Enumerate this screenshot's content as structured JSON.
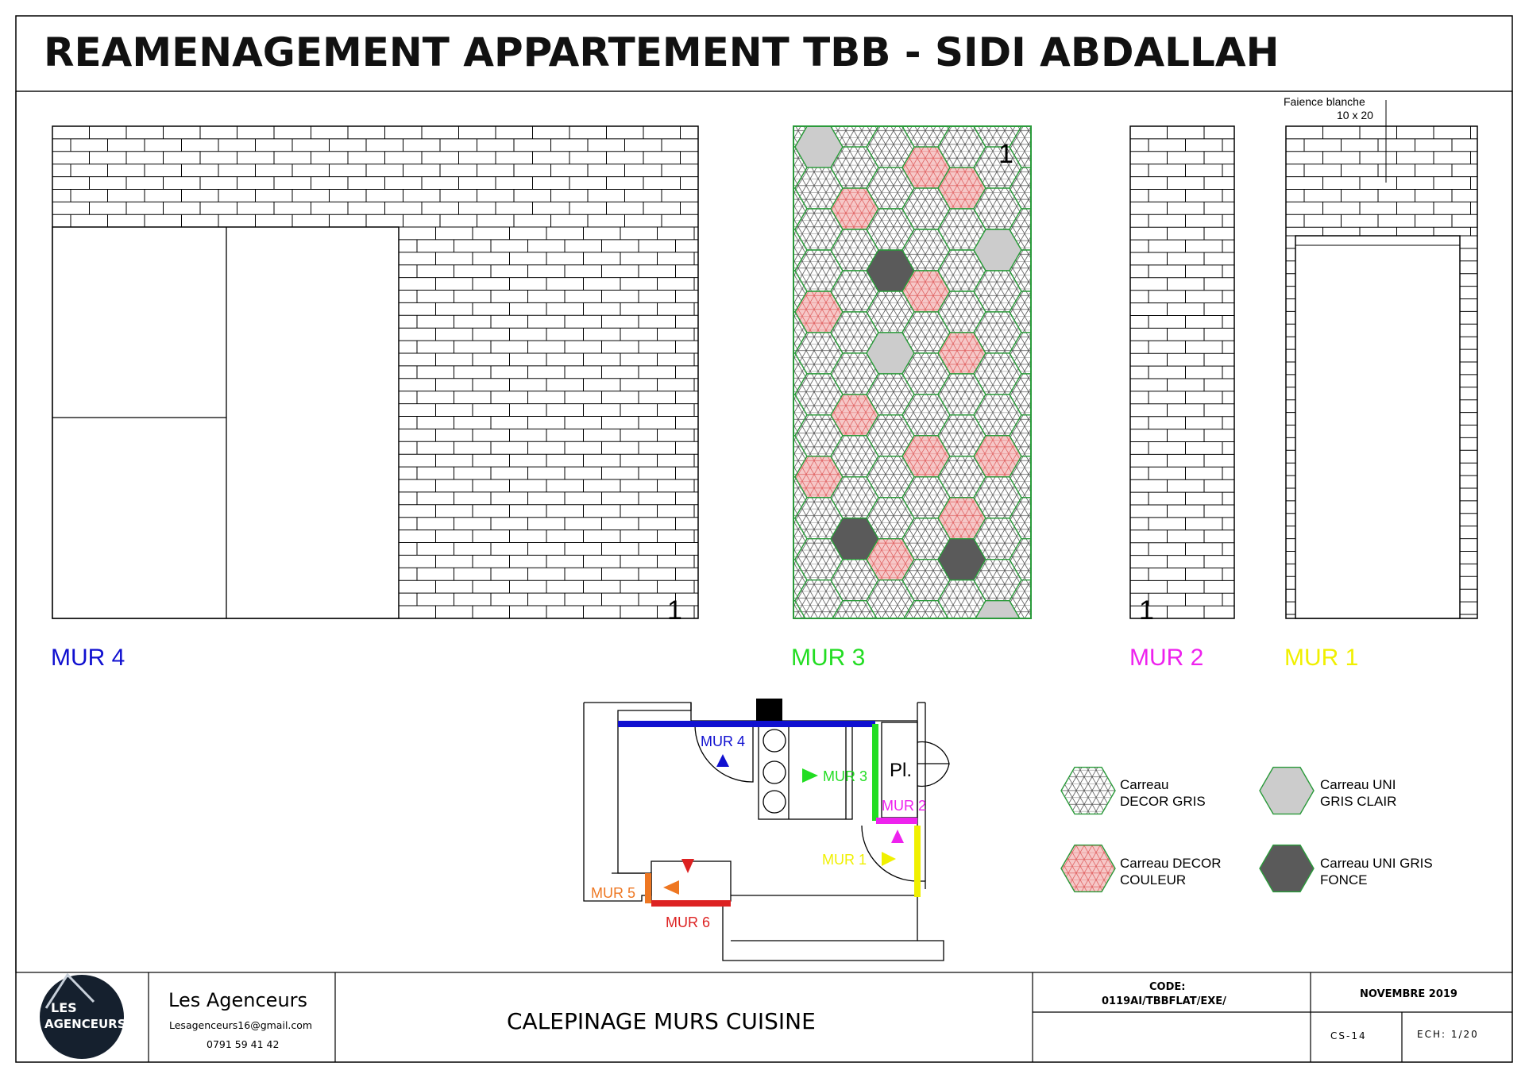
{
  "title": "REAMENAGEMENT APPARTEMENT TBB - SIDI ABDALLAH",
  "walls": {
    "mur4": {
      "label": "MUR 4",
      "number": "1",
      "color": "#1010d0"
    },
    "mur3": {
      "label": "MUR 3",
      "number": "1",
      "color": "#22dd22"
    },
    "mur2": {
      "label": "MUR 2",
      "number": "1",
      "color": "#ee22ee"
    },
    "mur1": {
      "label": "MUR 1",
      "color": "#f0f000"
    }
  },
  "faience_note": {
    "line1": "Faience blanche",
    "line2": "10 x 20"
  },
  "plan": {
    "labels": {
      "mur4": "MUR 4",
      "mur3": "MUR 3",
      "mur2": "MUR 2",
      "mur1": "MUR 1",
      "mur5": "MUR 5",
      "mur6": "MUR 6",
      "pl": "Pl."
    },
    "colors": {
      "mur4": "#1010d0",
      "mur3": "#22dd22",
      "mur2": "#ee22ee",
      "mur1": "#f0f000",
      "mur5": "#ee7722",
      "mur6": "#dd2222"
    }
  },
  "legend": [
    {
      "line1": "Carreau",
      "line2": "DECOR GRIS",
      "kind": "decor-gris"
    },
    {
      "line1": "Carreau UNI",
      "line2": "GRIS CLAIR",
      "kind": "uni-clair"
    },
    {
      "line1": "Carreau DECOR",
      "line2": "COULEUR",
      "kind": "decor-couleur"
    },
    {
      "line1": "Carreau UNI GRIS",
      "line2": "FONCE",
      "kind": "uni-fonce"
    }
  ],
  "tile_colors": {
    "grid_green": "#2a9a3a",
    "light_grey": "#cccccc",
    "dark_grey": "#5a5a5a",
    "pink": "#f2b8b8",
    "pink_line": "#e06060",
    "grey_line": "#555555"
  },
  "titleblock": {
    "logo_line1": "LES",
    "logo_line2": "AGENCEURS",
    "company": "Les Agenceurs",
    "email": "Lesagenceurs16@gmail.com",
    "phone": "0791 59 41 42",
    "drawing_title": "CALEPINAGE MURS CUISINE",
    "code_label": "CODE:",
    "code_value": "0119AI/TBBFLAT/EXE/",
    "date": "NOVEMBRE 2019",
    "sheet": "CS-14",
    "scale": "ECH: 1/20"
  }
}
